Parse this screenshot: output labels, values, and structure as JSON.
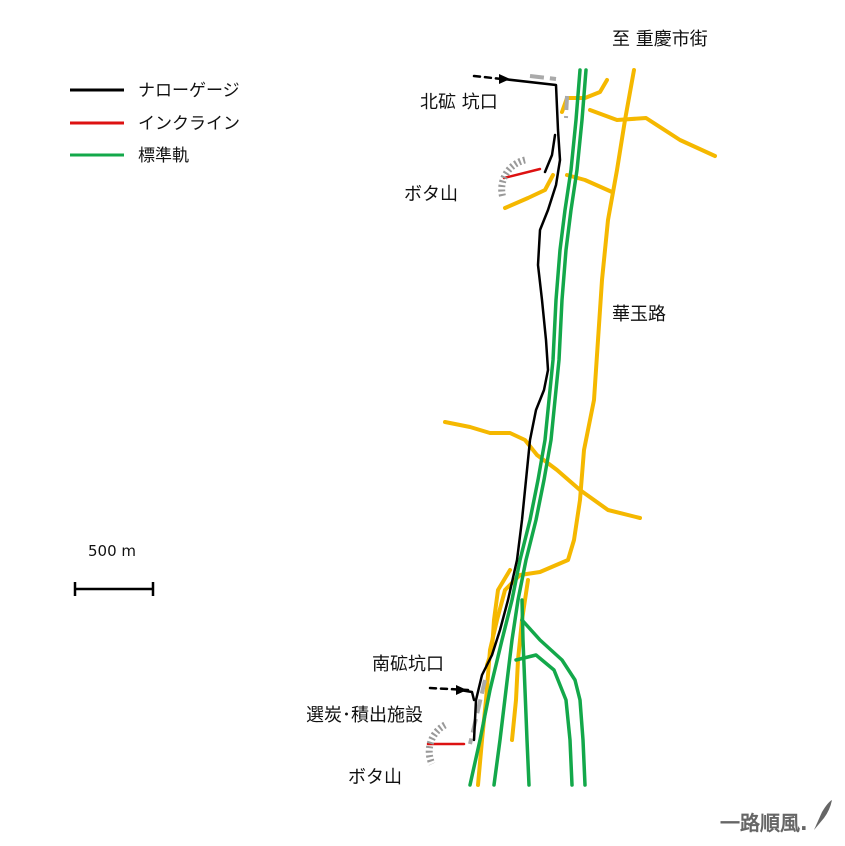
{
  "colors": {
    "narrow_gauge": "#000000",
    "incline": "#dd1111",
    "standard_gauge": "#13a84a",
    "road": "#f5b800",
    "facility": "#aaaaaa",
    "spoil": "#999999"
  },
  "legend": {
    "items": [
      {
        "label": "ナローゲージ"
      },
      {
        "label": "インクライン"
      },
      {
        "label": "標準軌"
      }
    ]
  },
  "labels": {
    "direction": "至 重慶市街",
    "north_adit": "北砿 坑口",
    "spoil_north": "ボタ山",
    "road_name": "華玉路",
    "south_adit": "南砿坑口",
    "facility": "選炭･積出施設",
    "spoil_south": "ボタ山"
  },
  "scale": {
    "label": "500 m"
  },
  "watermark": "一路順風."
}
